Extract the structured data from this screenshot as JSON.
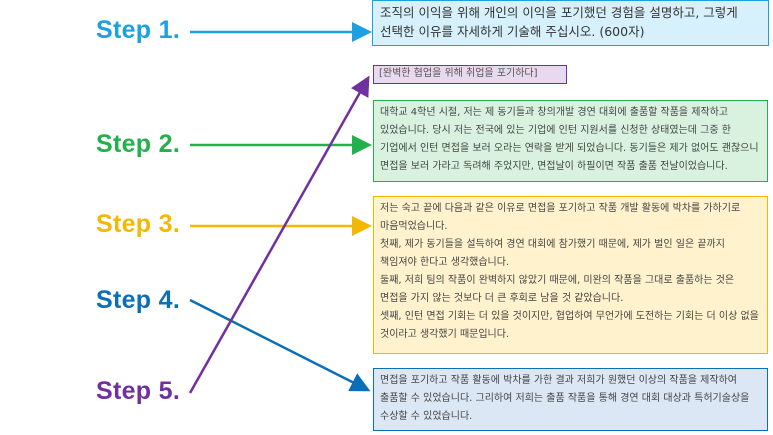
{
  "steps": [
    {
      "label": "Step 1.",
      "color": "#1ba1e2"
    },
    {
      "label": "Step 2.",
      "color": "#22b14c"
    },
    {
      "label": "Step 3.",
      "color": "#f5b800"
    },
    {
      "label": "Step 4.",
      "color": "#0a6fb8"
    },
    {
      "label": "Step 5.",
      "color": "#7030a0"
    }
  ],
  "boxes": {
    "question": {
      "lines": [
        "조직의 이익을 위해 개인의 이익을 포기했던 경험을 설명하고, 그렇게",
        "선택한 이유를 자세하게 기술해 주십시오. (600자)"
      ],
      "border": "#1ba1e2",
      "bg": "#d6f1fb"
    },
    "title": {
      "text": "[완벽한 협업을 위해 취업을 포기하다]",
      "border": "#7030a0",
      "bg": "#e6d9f0"
    },
    "situation": {
      "text": "대학교 4학년 시절, 저는 제 동기들과 창의개발 경연 대회에 출품할 작품을 제작하고 있었습니다. 당시 저는 전국에 있는 기업에 인턴 지원서를 신청한 상태였는데 그중 한 기업에서 인턴 면접을 보러 오라는 연락을 받게 되었습니다. 동기들은 제가 없어도 괜찮으니 면접을 보러 가라고 독려해 주었지만, 면접날이 하필이면 작품 출품 전날이었습니다.",
      "border": "#22b14c",
      "bg": "#d9f2df"
    },
    "reasons": {
      "paragraphs": [
        "저는 숙고 끝에 다음과 같은 이유로 면접을 포기하고 작품 개발 활동에 박차를 가하기로 마음먹었습니다.",
        "첫째, 제가 동기들을 설득하여 경연 대회에 참가했기 때문에, 제가 벌인 일은 끝까지 책임져야 한다고 생각했습니다.",
        "둘째, 저희 팀의 작품이 완벽하지 않았기 때문에, 미완의 작품을 그대로 출품하는 것은 면접을 가지 않는 것보다 더 큰 후회로 남을 것 같았습니다.",
        "셋째, 인턴 면접 기회는 더 있을 것이지만, 협업하여 무언가에 도전하는 기회는 더 이상 없을 것이라고 생각했기 때문입니다."
      ],
      "border": "#f5b800",
      "bg": "#fff2cc"
    },
    "result": {
      "text": "면접을 포기하고 작품 활동에 박차를 가한 결과 저희가 원했던 이상의 작품을 제작하여 출품할 수 있었습니다. 그리하여 저희는 출품 작품을 통해 경연 대회 대상과 특허기술상을 수상할 수 있었습니다.",
      "border": "#0a6fb8",
      "bg": "#dbe7f4"
    }
  }
}
